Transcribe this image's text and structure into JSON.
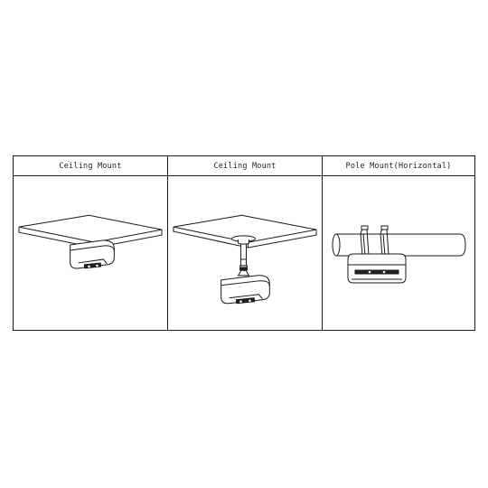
{
  "table": {
    "columns": [
      {
        "header": "Ceiling Mount",
        "illustration": "ceiling-direct-mount"
      },
      {
        "header": "Ceiling Mount",
        "illustration": "ceiling-bracket-mount"
      },
      {
        "header": "Pole Mount(Horizontal)",
        "illustration": "horizontal-pole-mount"
      }
    ]
  }
}
